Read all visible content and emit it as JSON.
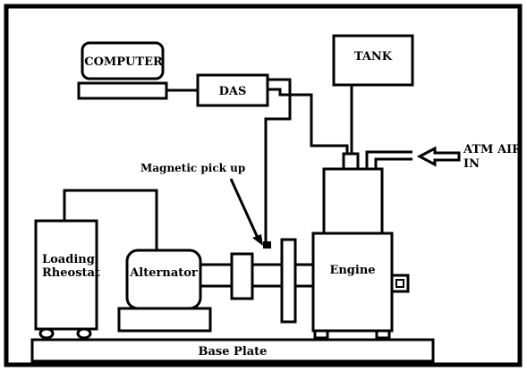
{
  "labels": {
    "computer": "COMPUTER",
    "das": "DAS",
    "tank": "TANK",
    "air_line1": "ATM AIR",
    "air_line2": "IN",
    "magnetic_pickup": "Magnetic pick up",
    "loading_line1": "Loading",
    "loading_line2": "Rheostat",
    "alternator": "Alternator",
    "engine": "Engine",
    "base_plate": "Base Plate"
  }
}
